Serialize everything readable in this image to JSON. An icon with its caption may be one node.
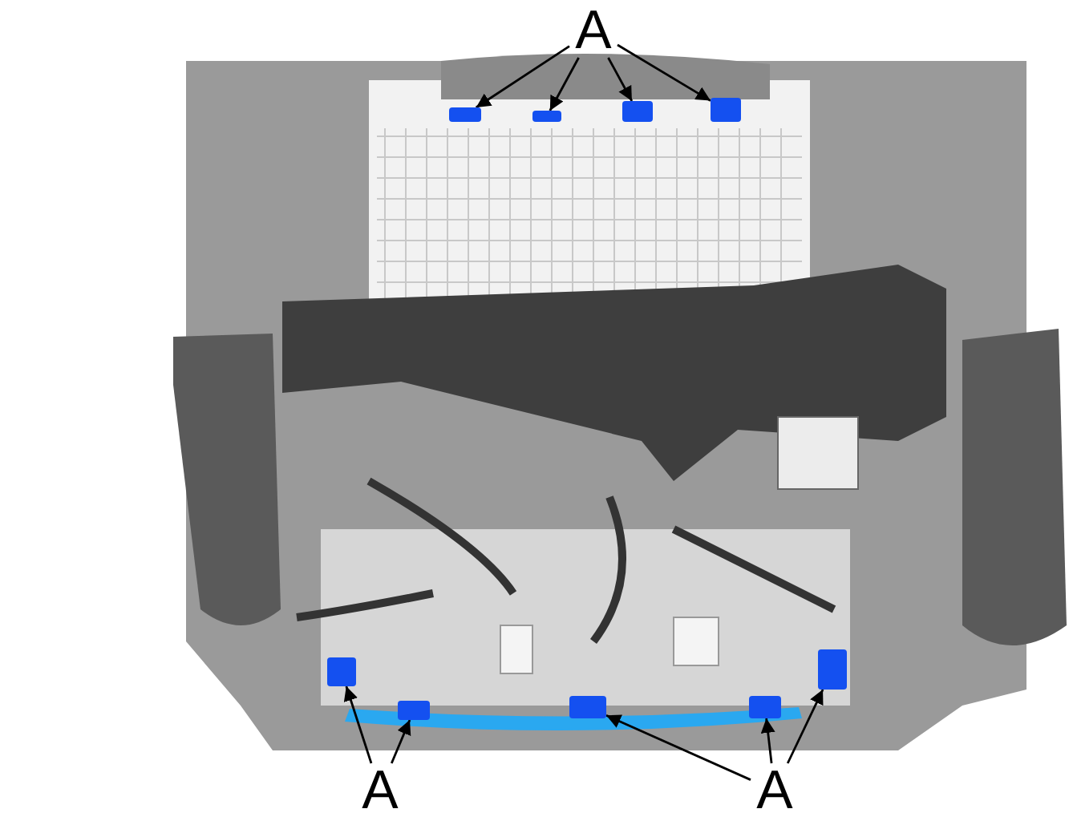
{
  "diagram": {
    "nodes": [
      {
        "text": [
          "A"
        ]
      },
      {
        "text": [],
        "shape": "box"
      },
      {
        "text": [],
        "shape": "box"
      },
      {
        "text": [],
        "shape": "box"
      },
      {
        "text": [],
        "shape": "box"
      },
      {
        "text": [
          "A"
        ]
      },
      {
        "text": [],
        "shape": "box"
      },
      {
        "text": [],
        "shape": "box"
      },
      {
        "text": [
          "A"
        ]
      },
      {
        "text": [],
        "shape": "box"
      },
      {
        "text": [],
        "shape": "box"
      },
      {
        "text": [],
        "shape": "box"
      }
    ],
    "edges": [
      {
        "from": 0,
        "to": 1,
        "arrow": "to"
      },
      {
        "from": 0,
        "to": 2,
        "arrow": "to"
      },
      {
        "from": 0,
        "to": 3,
        "arrow": "to"
      },
      {
        "from": 0,
        "to": 4,
        "arrow": "to"
      },
      {
        "from": 5,
        "to": 6,
        "arrow": "to"
      },
      {
        "from": 5,
        "to": 7,
        "arrow": "to"
      },
      {
        "from": 8,
        "to": 9,
        "arrow": "to"
      },
      {
        "from": 8,
        "to": 10,
        "arrow": "to"
      },
      {
        "from": 8,
        "to": 11,
        "arrow": "to"
      }
    ]
  }
}
